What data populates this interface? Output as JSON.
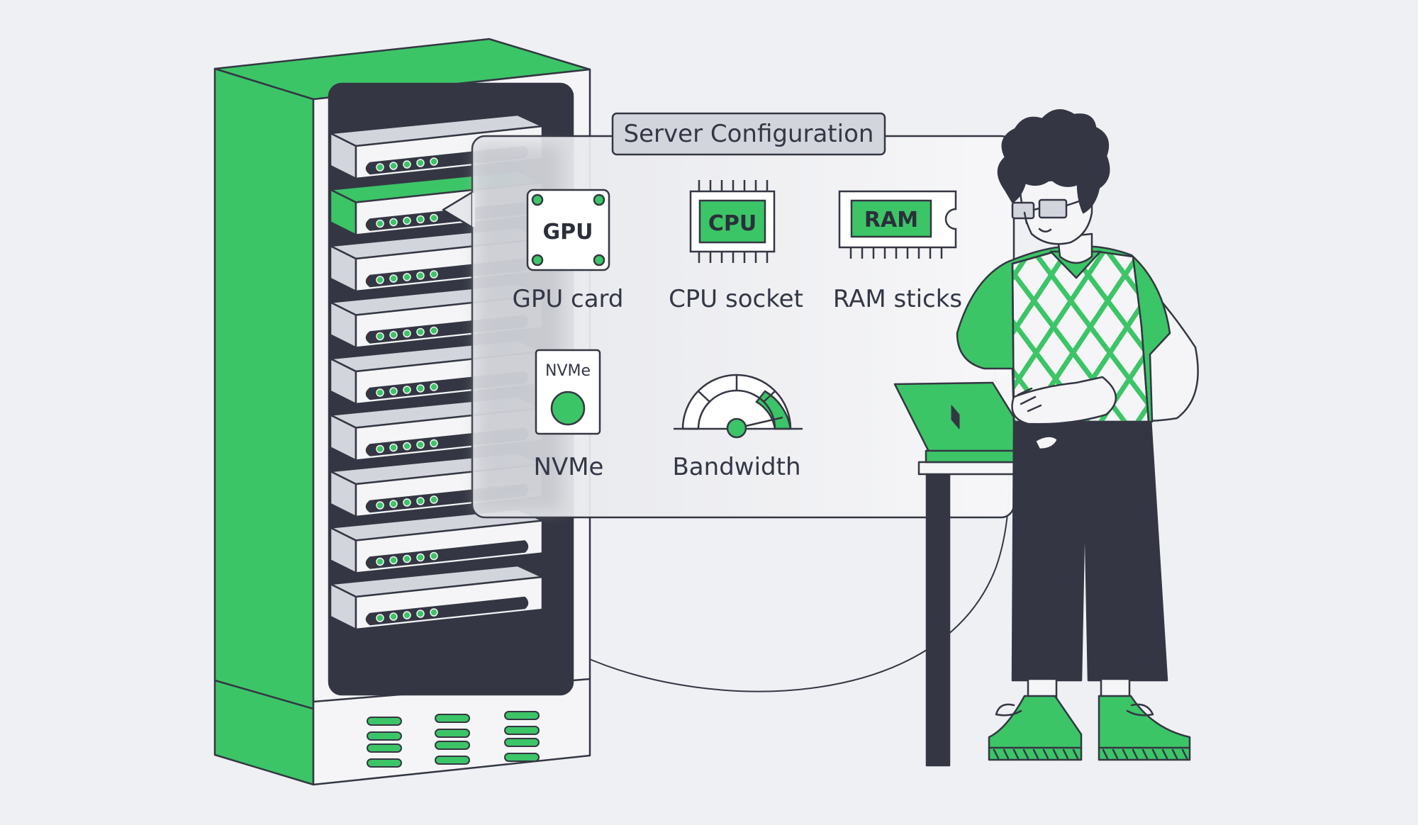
{
  "panel": {
    "title": "Server Configuration"
  },
  "components": [
    {
      "icon": "gpu-icon",
      "chip_label": "GPU",
      "label": "GPU card"
    },
    {
      "icon": "cpu-icon",
      "chip_label": "CPU",
      "label": "CPU socket"
    },
    {
      "icon": "ram-icon",
      "chip_label": "RAM",
      "label": "RAM sticks"
    },
    {
      "icon": "nvme-icon",
      "chip_label": "NVMe",
      "label": "NVMe"
    },
    {
      "icon": "gauge-icon",
      "chip_label": "",
      "label": "Bandwidth"
    }
  ],
  "rack": {
    "units": 9,
    "highlighted_unit": 2
  },
  "colors": {
    "accent": "#3cc567",
    "dark": "#343743",
    "background": "#eff0f4",
    "light": "#f5f5f7",
    "grey": "#d3d5dc"
  }
}
